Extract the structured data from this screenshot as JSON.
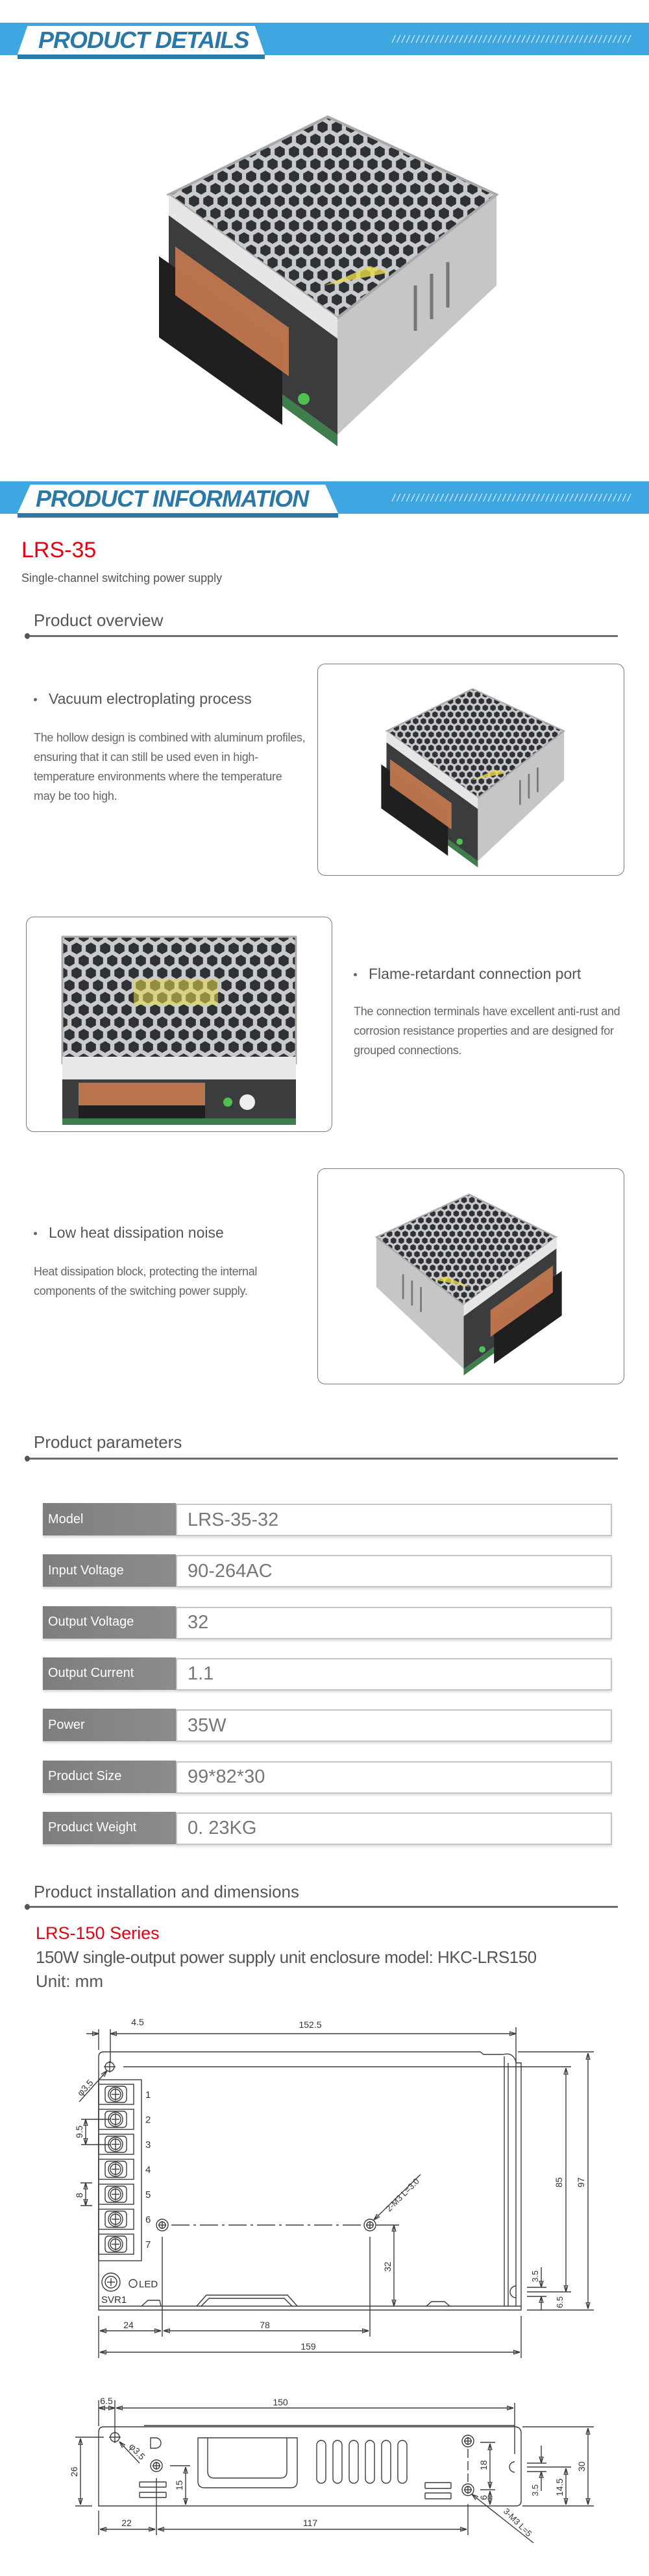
{
  "sections": {
    "details_title": "PRODUCT DETAILS",
    "info_title": "PRODUCT INFORMATION"
  },
  "product": {
    "model": "LRS-35",
    "subtitle": "Single-channel switching power supply"
  },
  "overview": {
    "heading": "Product overview",
    "features": [
      {
        "title": "Vacuum electroplating process",
        "text": "The hollow design is combined with aluminum profiles, ensuring that it can still be used even in high-temperature environments where the temperature may be too high."
      },
      {
        "title": "Flame-retardant connection port",
        "text": "The connection terminals have excellent anti-rust and corrosion resistance properties and are designed for grouped connections."
      },
      {
        "title": "Low heat dissipation noise",
        "text": "Heat dissipation block, protecting the internal components of the switching power supply."
      }
    ]
  },
  "parameters": {
    "heading": "Product parameters",
    "rows": [
      {
        "label": "Model",
        "value": "LRS-35-32"
      },
      {
        "label": "Input Voltage",
        "value": "90-264AC"
      },
      {
        "label": "Output Voltage",
        "value": "32"
      },
      {
        "label": "Output Current",
        "value": "1.1"
      },
      {
        "label": "Power",
        "value": "35W"
      },
      {
        "label": "Product Size",
        "value": "99*82*30"
      },
      {
        "label": "Product Weight",
        "value": "0. 23KG"
      }
    ]
  },
  "installation": {
    "heading": "Product installation and dimensions",
    "series": "LRS-150 Series",
    "description": "150W single-output power supply unit enclosure model: HKC-LRS150",
    "unit": "Unit: mm",
    "top_view": {
      "d_4_5": "4.5",
      "d_152_5": "152.5",
      "hole_dia": "φ3.5",
      "d_9_5": "9.5",
      "d_8": "8",
      "terminal_numbers": [
        "1",
        "2",
        "3",
        "4",
        "5",
        "6",
        "7"
      ],
      "led": "LED",
      "svr": "SVR1",
      "d_24": "24",
      "d_78": "78",
      "d_159": "159",
      "screw_note": "2-M3 L=3.0",
      "d_32": "32",
      "d_85": "85",
      "d_97": "97",
      "d_3_5": "3.5",
      "d_6_5": "6.5"
    },
    "side_view": {
      "d_6_5": "6.5",
      "d_150": "150",
      "hole_dia": "φ3.5",
      "d_26": "26",
      "d_15": "15",
      "d_22": "22",
      "d_117": "117",
      "d_18": "18",
      "d_6": "6",
      "d_3_5": "3.5",
      "d_14_5": "14.5",
      "d_30": "30",
      "screw_note": "3-M3 L=5"
    }
  },
  "colors": {
    "band_blue": "#3ea6e0",
    "tab_text_blue": "#2a78a8",
    "accent_red": "#e60012",
    "label_gray": "#808080"
  }
}
